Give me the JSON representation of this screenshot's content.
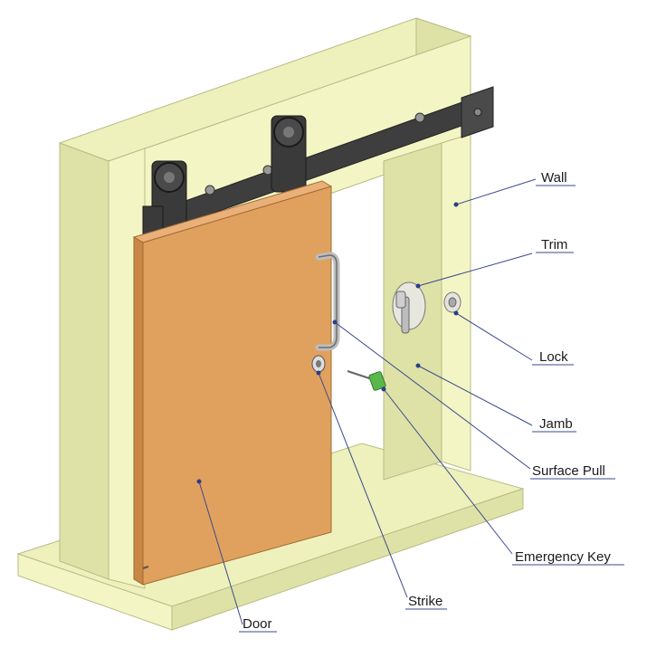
{
  "labels": {
    "wall": "Wall",
    "trim": "Trim",
    "lock": "Lock",
    "jamb": "Jamb",
    "surface_pull": "Surface Pull",
    "emergency_key": "Emergency Key",
    "strike": "Strike",
    "door": "Door"
  },
  "colors": {
    "wall_front": "#f3f5c4",
    "wall_side": "#dfe2a6",
    "wall_top": "#eef1bb",
    "door_face": "#e0a15e",
    "door_edge": "#c88745",
    "hardware": "#3a3a3a",
    "leader": "#3a4a8c",
    "key": "#5ab84a"
  }
}
